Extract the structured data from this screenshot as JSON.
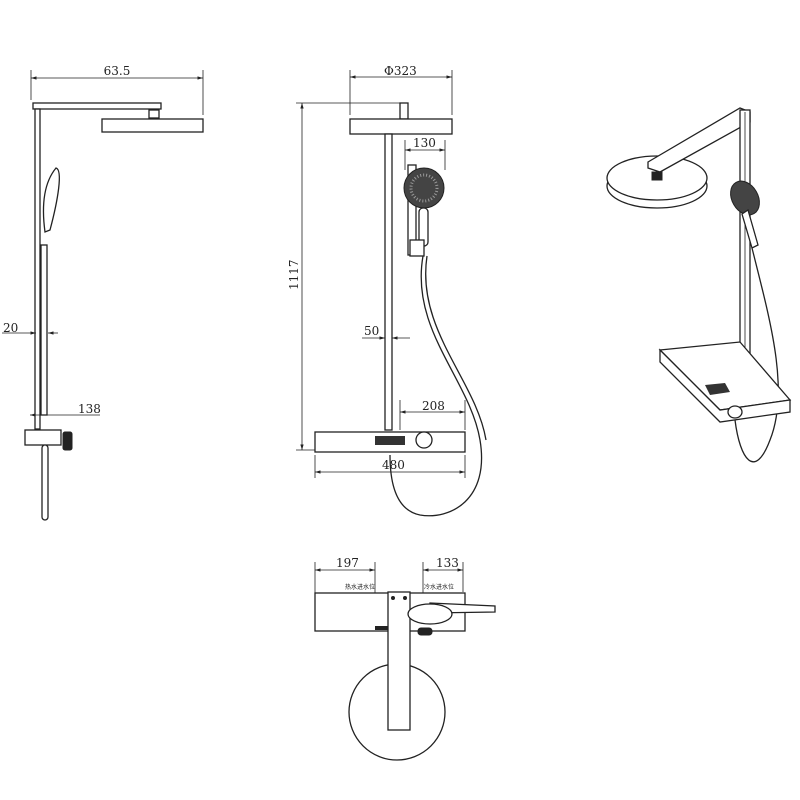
{
  "views": {
    "side": {
      "dim_width": "63.5",
      "dim_bar_offset": "20",
      "dim_valve_depth": "138"
    },
    "front": {
      "dim_head_diameter": "Φ323",
      "dim_height": "1117",
      "dim_handshower": "130",
      "dim_bar": "50",
      "dim_valve_offset": "208",
      "dim_valve_width": "480"
    },
    "top": {
      "dim_hot_offset": "197",
      "dim_cold_offset": "133",
      "label_hot_inlet": "热水进水位",
      "label_cold_inlet": "冷水进水位"
    }
  },
  "colors": {
    "line": "#222222",
    "background": "#ffffff"
  }
}
